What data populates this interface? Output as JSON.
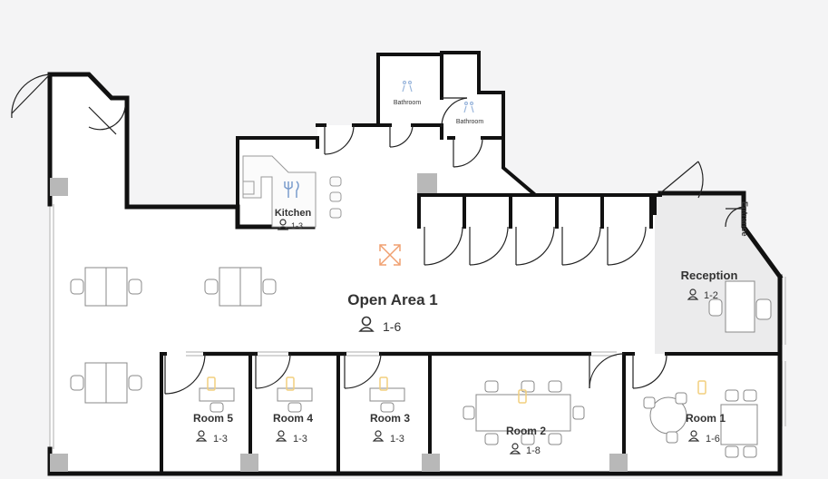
{
  "rooms": {
    "open_area": {
      "name": "Open Area 1",
      "capacity": "1-6"
    },
    "kitchen": {
      "name": "Kitchen",
      "capacity": "1-3"
    },
    "reception": {
      "name": "Reception",
      "capacity": "1-2"
    },
    "entrance": {
      "name": "Entrance"
    },
    "bathroom_1": {
      "name": "Bathroom"
    },
    "bathroom_2": {
      "name": "Bathroom"
    },
    "room_5": {
      "name": "Room 5",
      "capacity": "1-3"
    },
    "room_4": {
      "name": "Room 4",
      "capacity": "1-3"
    },
    "room_3": {
      "name": "Room 3",
      "capacity": "1-3"
    },
    "room_2": {
      "name": "Room 2",
      "capacity": "1-8"
    },
    "room_1": {
      "name": "Room 1",
      "capacity": "1-6"
    }
  },
  "icons": {
    "person": "person-icon",
    "expand": "expand-arrows-icon",
    "kitchen": "fork-knife-icon",
    "bathroom": "restroom-icon",
    "lamp": "lamp-icon"
  },
  "colors": {
    "wall": "#111111",
    "floor": "#ffffff",
    "background": "#f4f4f5",
    "reception_fill": "#ebebec",
    "accent_orange": "#f0a070",
    "lamp_yellow": "#f2cf7e",
    "bathroom_blue": "#9ab6dc",
    "column": "#b8b8b8"
  }
}
